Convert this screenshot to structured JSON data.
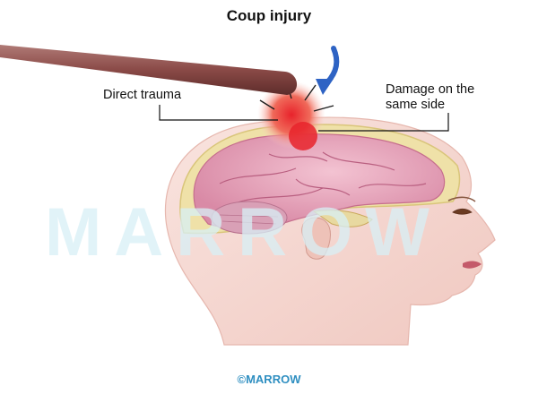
{
  "diagram": {
    "title": "Coup injury",
    "label_direct": "Direct trauma",
    "label_damage_line1": "Damage on the",
    "label_damage_line2": "same side",
    "watermark": "MARROW",
    "credit": "©MARROW"
  },
  "colors": {
    "skin": "#f6dcd6",
    "brain": "#e9a9c0",
    "rod": "#7b3a3a",
    "impact": "#e8232b",
    "arrow": "#2e63c4",
    "credit": "#2f8fc1"
  }
}
